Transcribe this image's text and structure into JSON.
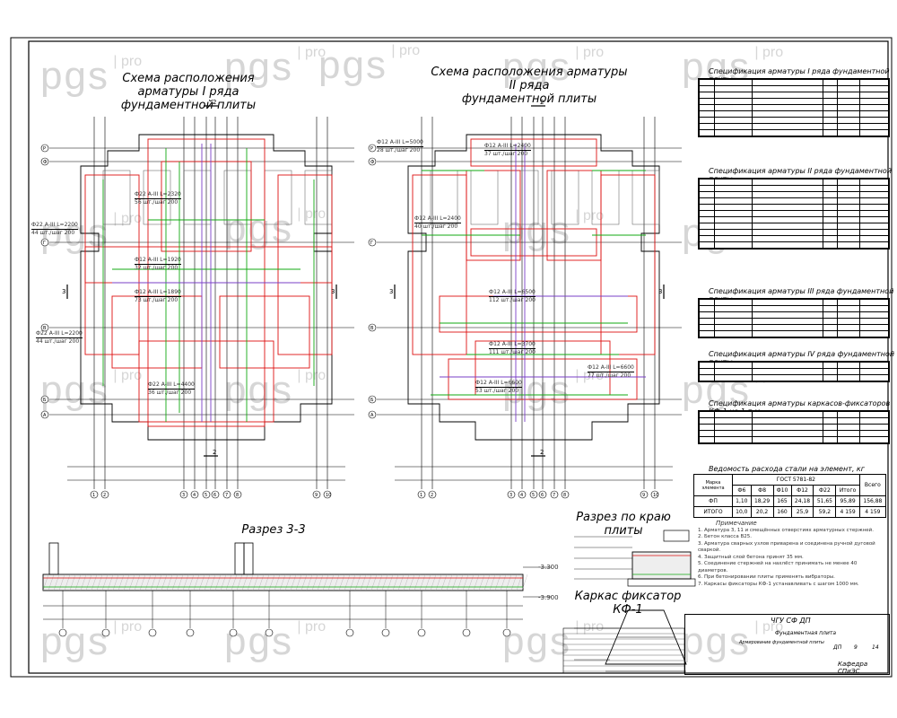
{
  "watermark": {
    "brand": "pgs",
    "suffix": "pro"
  },
  "plan1": {
    "title_line1": "Схема расположения арматуры I ряда",
    "title_line2": "фундаментной плиты"
  },
  "plan2": {
    "title_line1": "Схема расположения арматуры II ряда",
    "title_line2": "фундаментной плиты"
  },
  "section33": {
    "title": "Разрез 3-3",
    "elev_top": "-3.300",
    "elev_bottom": "-3.900"
  },
  "edge_section": {
    "title": "Разрез по краю плиты"
  },
  "frame_kf": {
    "title": "Каркас фиксатор КФ-1"
  },
  "axis_letters": [
    "Р",
    "Ф",
    "Г",
    "В",
    "Б",
    "А"
  ],
  "axis_numbers": [
    "1",
    "2",
    "3",
    "4",
    "5",
    "6",
    "7",
    "8",
    "9",
    "10"
  ],
  "section_marks": {
    "cut2": "2",
    "cut3": "3"
  },
  "rebar_labels_plan1": [
    "Ф22 А-III L=2320 / 56 шт./шаг 200",
    "Ф22 А-III L=2200 / 44 шт./шаг 200",
    "Ф12 А-III L=1920 / 32 шт./шаг 200",
    "Ф12 А-III L=1890 / 73 шт./шаг 200",
    "Ф22 А-III L=2200 / 44 шт./шаг 200",
    "Ф22 А-III L=4400 / 36 шт./шаг 200"
  ],
  "rebar_labels_plan2": [
    "Ф12 А-III L=5000 / 28 шт./шаг 200",
    "Ф12 А-III L=2400 / 37 шт./шаг 200",
    "Ф12 А-III L=2400 / 40 шт./шаг 200",
    "Ф12 А-III L=6500 / 112 шт./шаг 200",
    "Ф12 А-III L=3700 / 111 шт./шаг 200",
    "Ф12 А-III L=6600 / 53 шт./шаг 200",
    "Ф12 А-III L=6600 / 77 шт./шаг 200"
  ],
  "spec_tables": [
    {
      "title": "Спецификация арматуры I ряда фундаментной плиты",
      "rows": 8
    },
    {
      "title": "Спецификация арматуры II ряда фундаментной плиты",
      "rows": 10
    },
    {
      "title": "Спецификация арматуры III ряда фундаментной плиты",
      "rows": 5
    },
    {
      "title": "Спецификация арматуры IV ряда фундаментной плиты",
      "rows": 2
    },
    {
      "title": "Спецификация арматуры каркасов-фиксаторов КФ-1 на 1 п.м",
      "rows": 4
    }
  ],
  "steel_table": {
    "title": "Ведомость расхода стали на элемент, кг",
    "header_col1": "Марка элемента",
    "gost": "ГОСТ 5781-82",
    "total": "Всего",
    "diameters": [
      "Ф6",
      "Ф8",
      "Ф10",
      "Ф12",
      "Ф22",
      "Итого"
    ],
    "rows": [
      {
        "mark": "ФП",
        "vals": [
          "1,10",
          "18,29",
          "165",
          "24,18",
          "51,65",
          "95,89",
          "156,88"
        ]
      },
      {
        "mark": "ИТОГО",
        "vals": [
          "10,0",
          "20,2",
          "160",
          "25,9",
          "59,2",
          "4 159",
          "4 159"
        ]
      }
    ]
  },
  "notes": {
    "title": "Примечание",
    "lines": [
      "1. Арматура 3, 11 и смещённых отверстиях арматурных стержней.",
      "2. Бетон класса B25.",
      "3. Арматура сварных узлов приварена и соединена ручной дуговой сваркой.",
      "4. Защитный слой бетона принят 35 мм.",
      "5. Соединение стержней на нахлёст принимать не менее 40 диаметров.",
      "6. При бетонировании плиты применять вибраторы.",
      "7. Каркасы фиксаторы КФ-1 устанавливать с шагом 1000 мм."
    ]
  },
  "stamp": {
    "org": "ЧГУ СФ ДП",
    "sheet_title": "Фундаментная плита",
    "desc": "Армирование фундаментной плиты",
    "stage": "ДП",
    "sheet": "9",
    "sheets": "14",
    "dept": "Кафедра СПиЭС"
  }
}
